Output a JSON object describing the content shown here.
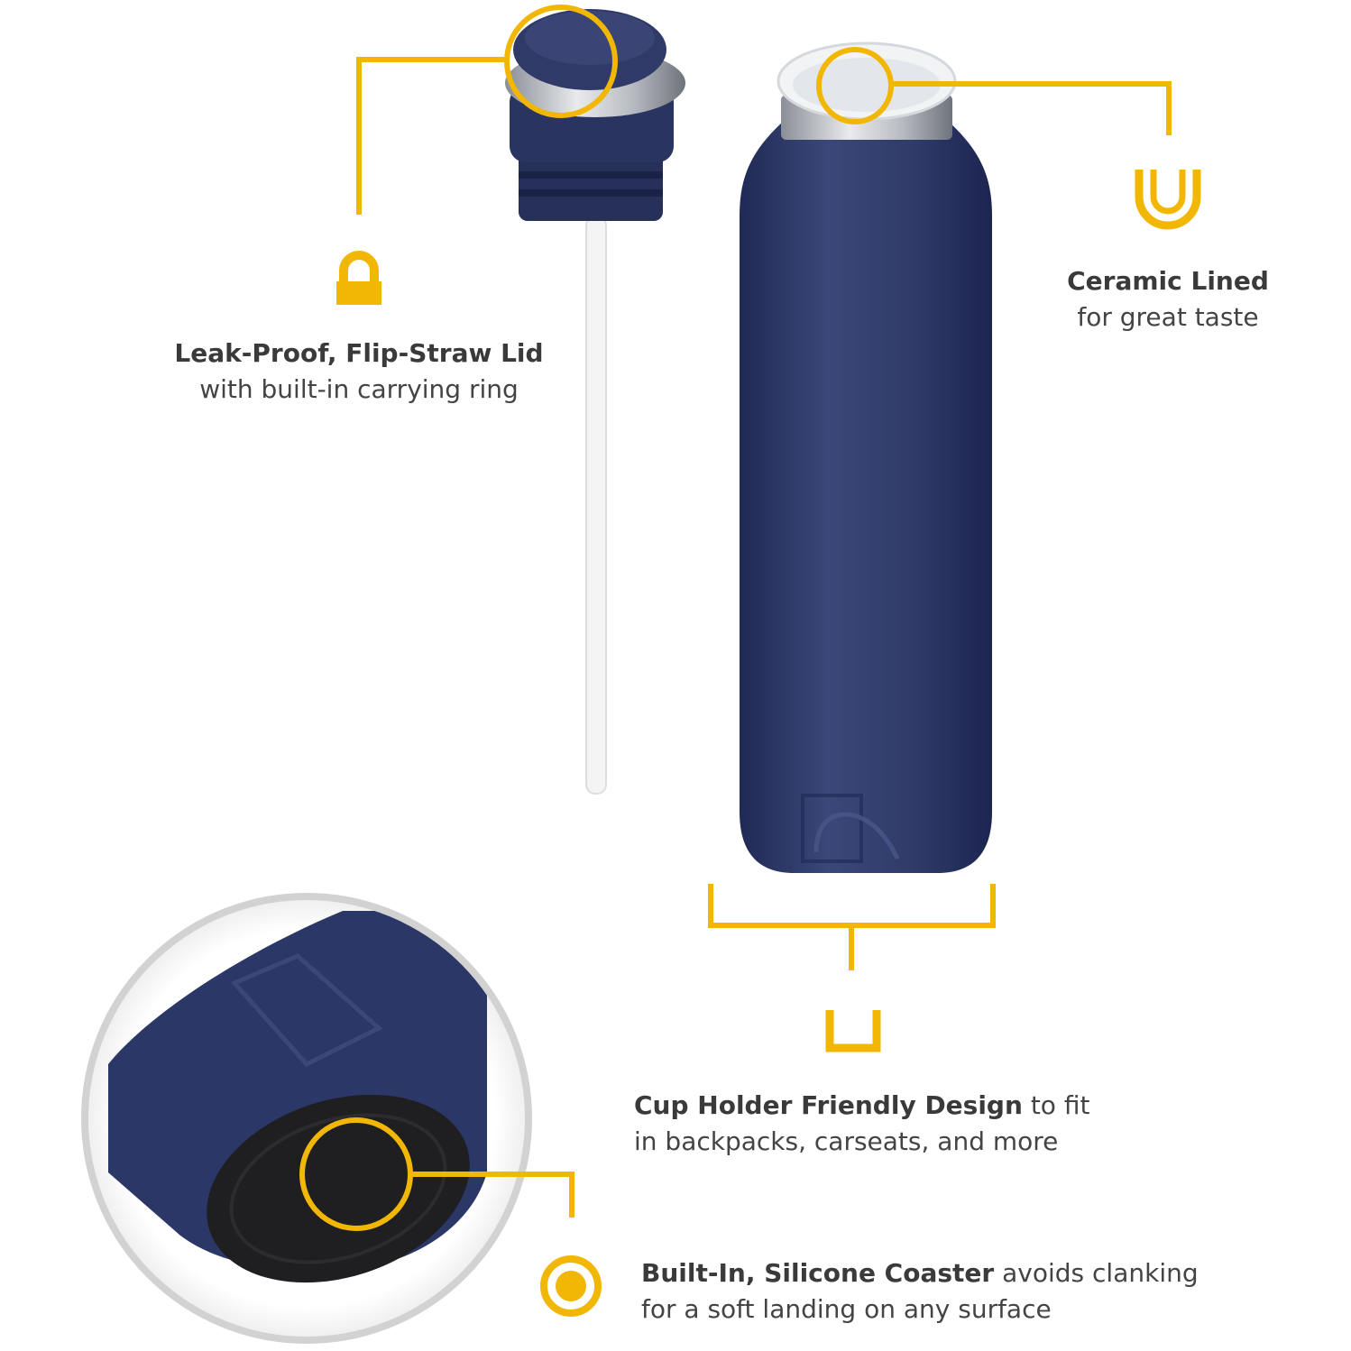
{
  "colors": {
    "accent": "#F2B705",
    "bottle_navy": "#2b3766",
    "bottle_navy_light": "#44507e",
    "steel": "#c9ccd1",
    "coaster": "#1f1f22",
    "text": "#3d3d3d"
  },
  "icons": [
    "lock-icon",
    "cup-icon",
    "cup-holder-icon",
    "coaster-icon"
  ],
  "callouts": {
    "lid": {
      "title": "Leak-Proof, Flip-Straw Lid",
      "subtitle": "with built-in carrying ring"
    },
    "ceramic": {
      "title": "Ceramic Lined",
      "subtitle": "for great taste"
    },
    "cupholder": {
      "title": "Cup Holder Friendly Design",
      "title_rest": " to fit",
      "subtitle": "in backpacks, carseats, and more"
    },
    "coaster": {
      "title": "Built-In, Silicone Coaster",
      "title_rest": " avoids clanking",
      "subtitle": "for a soft landing on any surface"
    }
  }
}
